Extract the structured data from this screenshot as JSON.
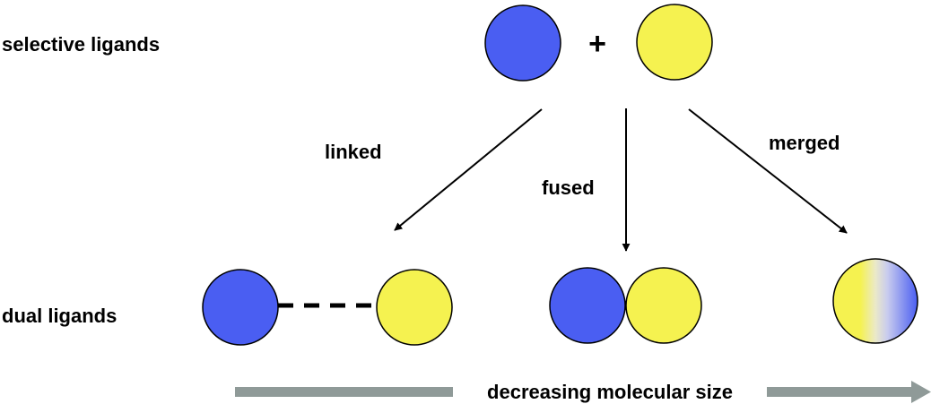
{
  "labels": {
    "selective": "selective ligands",
    "dual": "dual ligands",
    "plus": "+",
    "linked": "linked",
    "fused": "fused",
    "merged": "merged",
    "axis": "decreasing molecular size"
  },
  "colors": {
    "blue": "#4a5ef2",
    "yellow": "#f5f250",
    "arrow_gray": "#8f9a98",
    "stroke": "#000000"
  }
}
